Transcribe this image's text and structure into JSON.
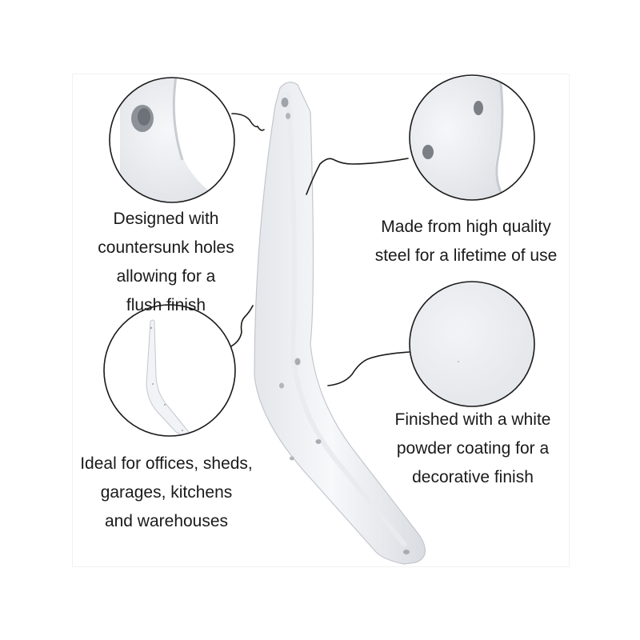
{
  "callouts": {
    "holes": {
      "lines": [
        "Designed with",
        "countersunk holes",
        "allowing for a",
        "flush finish"
      ]
    },
    "steel": {
      "lines": [
        "Made from high quality",
        "steel for a lifetime of use"
      ]
    },
    "uses": {
      "lines": [
        "Ideal for offices, sheds,",
        "garages, kitchens",
        "and warehouses"
      ]
    },
    "finish": {
      "lines": [
        "Finished with a white",
        "powder coating for a",
        "decorative finish"
      ]
    }
  },
  "colors": {
    "bracket": "#f4f5f7",
    "bracket_edge": "#c9ccd2",
    "bracket_shadow": "#dfe2e7",
    "circle_border": "#1a1a1a",
    "text": "#1a1a1a"
  }
}
